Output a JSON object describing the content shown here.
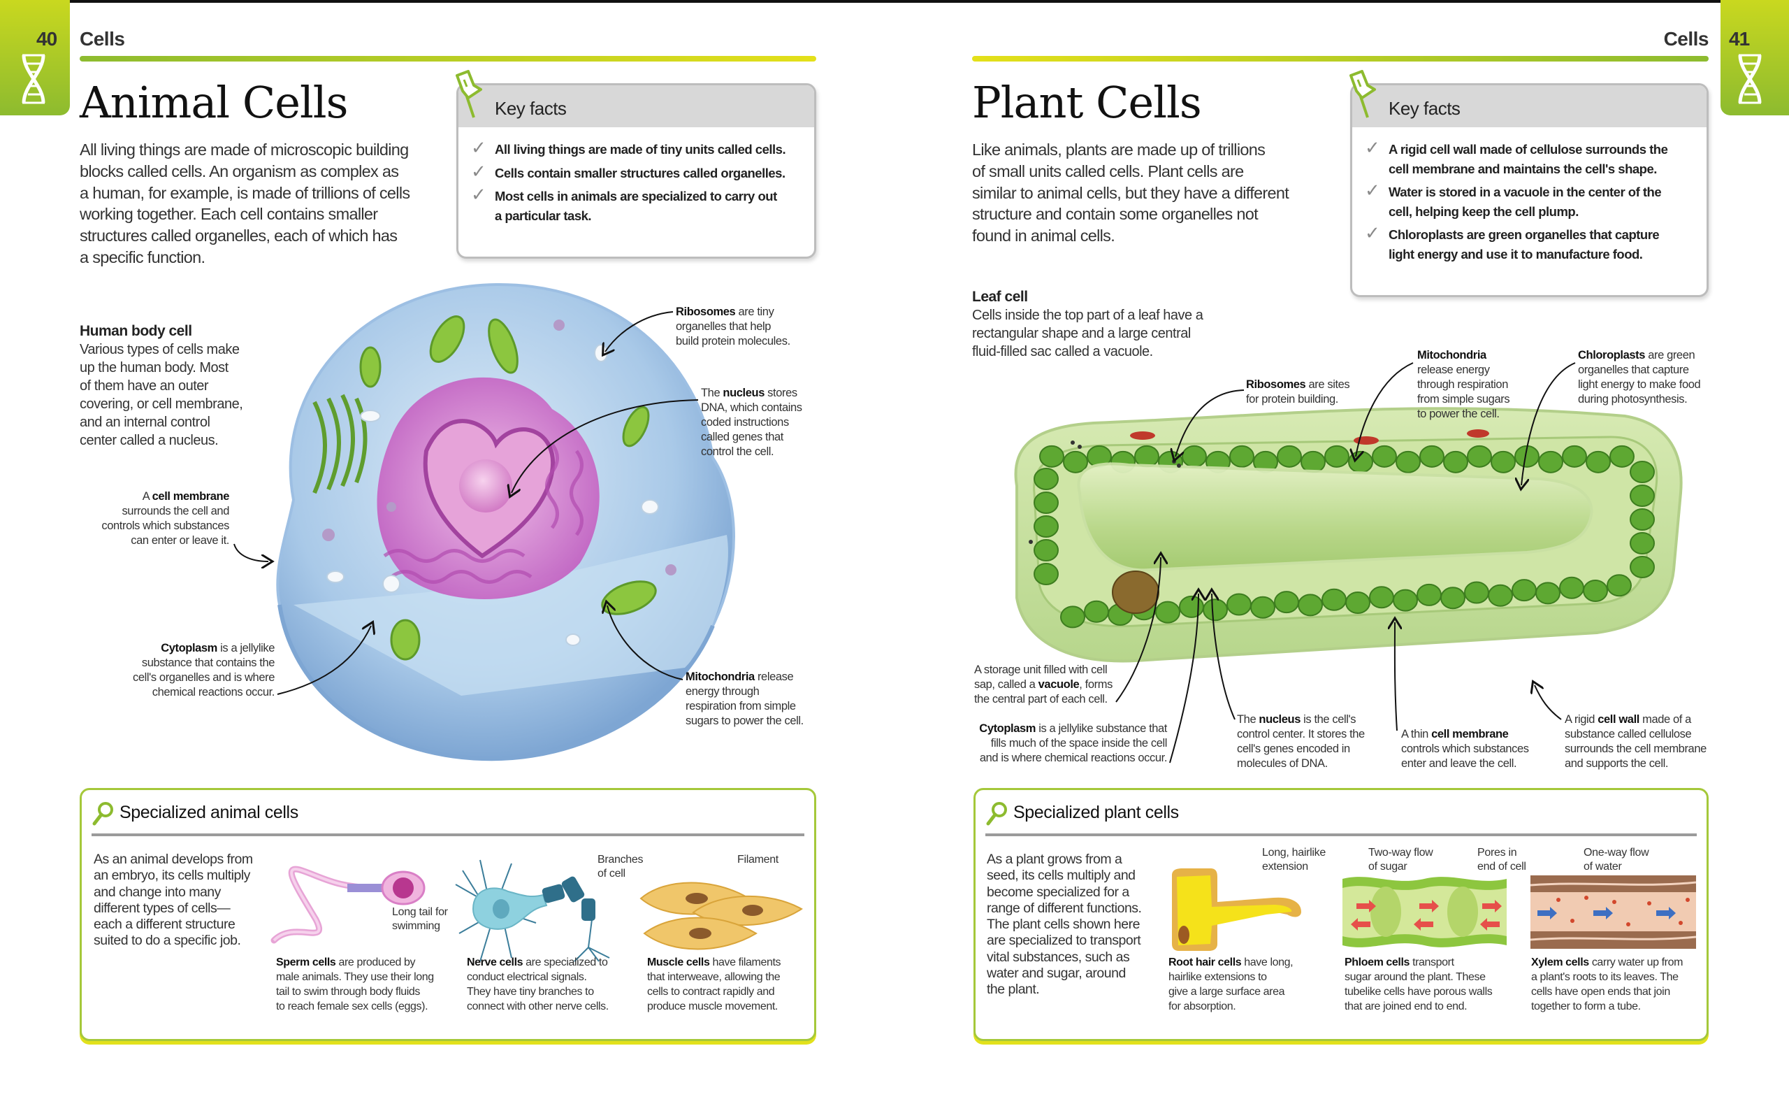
{
  "colors": {
    "accent_green": "#8dbb2f",
    "accent_yellow": "#e4e01a",
    "keyfacts_header": "#d8d8d8"
  },
  "left_page": {
    "page_number": "40",
    "running_head": "Cells",
    "title": "Animal Cells",
    "intro": "All living things are made of microscopic building\nblocks called cells. An organism as complex as\na human, for example, is made of trillions of cells\nworking together. Each cell contains smaller\nstructures called organelles, each of which has\na specific function.",
    "key_facts": {
      "title": "Key facts",
      "icon": "pushpin-icon",
      "items": [
        "All living things are made of tiny units called cells.",
        "Cells contain smaller structures called organelles.",
        "Most cells in animals are specialized to carry out\na particular task."
      ]
    },
    "diagram": {
      "heading": "Human body cell",
      "description": "Various types of cells make\nup the human body. Most\nof them have an outer\ncovering, or cell membrane,\nand an internal control\ncenter called a nucleus.",
      "labels": {
        "ribosomes": {
          "bold": "Ribosomes",
          "text": " are tiny\norganelles that help\nbuild protein molecules."
        },
        "nucleus": {
          "pre": "The ",
          "bold": "nucleus",
          "text": " stores\nDNA, which contains\ncoded instructions\ncalled genes that\ncontrol the cell."
        },
        "membrane": {
          "pre": "A ",
          "bold": "cell membrane",
          "text": "\nsurrounds the cell and\ncontrols which substances\ncan enter or leave it."
        },
        "cytoplasm": {
          "bold": "Cytoplasm",
          "text": " is a jellylike\nsubstance that contains the\ncell's organelles and is where\nchemical reactions occur."
        },
        "mitochondria": {
          "bold": "Mitochondria",
          "text": " release\nenergy through\nrespiration from simple\nsugars to power the cell."
        }
      }
    },
    "specialized": {
      "title": "Specialized animal cells",
      "icon": "magnifier-icon",
      "intro": "As an animal develops from\nan embryo, its cells multiply\nand change into many\ndifferent types of cells—\neach a different structure\nsuited to do a specific job.",
      "cells": [
        {
          "name": "Sperm cells",
          "text": " are produced by\nmale animals. They use their long\ntail to swim through body fluids\nto reach female sex cells (eggs).",
          "callout": "Long tail for\nswimming"
        },
        {
          "name": "Nerve cells",
          "text": " are specialized to\nconduct electrical signals.\nThey have tiny branches to\nconnect with other nerve cells.",
          "callout": "Branches\nof cell"
        },
        {
          "name": "Muscle cells",
          "text": " have filaments\nthat interweave, allowing the\ncells to contract rapidly and\nproduce muscle movement.",
          "callout": "Filament"
        }
      ]
    }
  },
  "right_page": {
    "page_number": "41",
    "running_head": "Cells",
    "title": "Plant Cells",
    "intro": "Like animals, plants are made up of trillions\nof small units called cells. Plant cells are\nsimilar to animal cells, but they have a different\nstructure and contain some organelles not\nfound in animal cells.",
    "key_facts": {
      "title": "Key facts",
      "icon": "pushpin-icon",
      "items": [
        "A rigid cell wall made of cellulose surrounds the\ncell membrane and maintains the cell's shape.",
        "Water is stored in a vacuole in the center of the\ncell, helping keep the cell plump.",
        "Chloroplasts are green organelles that capture\nlight energy and use it to manufacture food."
      ]
    },
    "diagram": {
      "heading": "Leaf cell",
      "description": "Cells inside the top part of a leaf have a\nrectangular shape and a large central\nfluid-filled sac called a vacuole.",
      "labels": {
        "ribosomes": {
          "bold": "Ribosomes",
          "text": " are sites\nfor protein building."
        },
        "mitochondria": {
          "bold": "Mitochondria",
          "text": "\nrelease energy\nthrough respiration\nfrom simple sugars\nto power the cell."
        },
        "chloroplasts": {
          "bold": "Chloroplasts",
          "text": " are green\norganelles that capture\nlight energy to make food\nduring photosynthesis."
        },
        "vacuole": {
          "pre": "A storage unit filled with cell\nsap, called a ",
          "bold": "vacuole",
          "text": ", forms\nthe central part of each cell."
        },
        "cytoplasm": {
          "bold": "Cytoplasm",
          "text": " is a jellylike substance that\nfills much of the space inside the cell\nand is where chemical reactions occur."
        },
        "nucleus": {
          "pre": "The ",
          "bold": "nucleus",
          "text": " is the cell's\ncontrol center. It stores the\ncell's genes encoded in\nmolecules of DNA."
        },
        "membrane": {
          "pre": "A thin ",
          "bold": "cell membrane",
          "text": "\ncontrols which substances\nenter and leave the cell."
        },
        "wall": {
          "pre": "A rigid ",
          "bold": "cell wall",
          "text": " made of a\nsubstance called cellulose\nsurrounds the cell membrane\nand supports the cell."
        }
      }
    },
    "specialized": {
      "title": "Specialized plant cells",
      "icon": "magnifier-icon",
      "intro": "As a plant grows from a\nseed, its cells multiply and\nbecome specialized for a\nrange of different functions.\nThe plant cells shown here\nare specialized to transport\nvital substances, such as\nwater and sugar, around\nthe plant.",
      "cells": [
        {
          "name": "Root hair cells",
          "text": " have long,\nhairlike extensions to\ngive a large surface area\nfor absorption.",
          "callout": "Long, hairlike\nextension"
        },
        {
          "name": "Phloem cells",
          "text": " transport\nsugar around the plant. These\ntubelike cells have porous walls\nthat are joined end to end.",
          "callout": "Two-way flow\nof sugar",
          "callout2": "Pores in\nend of cell"
        },
        {
          "name": "Xylem cells",
          "text": " carry water up from\na plant's roots to its leaves. The\ncells have open ends that join\ntogether to form a tube.",
          "callout": "One-way flow\nof water"
        }
      ]
    }
  }
}
